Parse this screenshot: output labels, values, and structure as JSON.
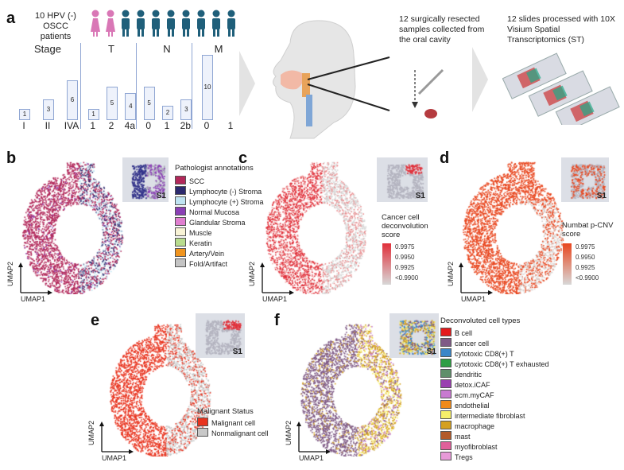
{
  "panel_labels": {
    "a": "a",
    "b": "b",
    "c": "c",
    "d": "d",
    "e": "e",
    "f": "f"
  },
  "panel_a": {
    "patients_text": "10 HPV (-) OSCC\npatients",
    "samples_text": "12 surgically resected samples collected from the oral cavity",
    "slides_text": "12 slides processed with 10X Visium Spatial Transcriptomics (ST)",
    "icons": {
      "female_count": 2,
      "male_count": 8,
      "female_color": "#d977b6",
      "male_color": "#1f5f7a"
    },
    "groups": [
      {
        "title": "Stage",
        "bars": [
          {
            "cat": "I",
            "val": 1
          },
          {
            "cat": "II",
            "val": 3
          },
          {
            "cat": "IVA",
            "val": 6
          }
        ]
      },
      {
        "title": "T",
        "bars": [
          {
            "cat": "1",
            "val": 1
          },
          {
            "cat": "2",
            "val": 5
          },
          {
            "cat": "4a",
            "val": 4
          }
        ]
      },
      {
        "title": "N",
        "bars": [
          {
            "cat": "0",
            "val": 5
          },
          {
            "cat": "1",
            "val": 2
          },
          {
            "cat": "2b",
            "val": 3
          }
        ]
      },
      {
        "title": "M",
        "bars": [
          {
            "cat": "0",
            "val": 10
          },
          {
            "cat": "1",
            "val": 0
          }
        ]
      }
    ]
  },
  "umap_axes": {
    "x": "UMAP1",
    "y": "UMAP2"
  },
  "sample_tag": "S1",
  "panel_b": {
    "legend_title": "Pathologist annotations",
    "items": [
      {
        "label": "SCC",
        "color": "#b2285a"
      },
      {
        "label": "Lymphocyte (-) Stroma",
        "color": "#2c2a6e"
      },
      {
        "label": "Lymphocyte (+) Stroma",
        "color": "#bfe4f2"
      },
      {
        "label": "Normal Mucosa",
        "color": "#8a3fb5"
      },
      {
        "label": "Glandular Stroma",
        "color": "#e07fd0"
      },
      {
        "label": "Muscle",
        "color": "#f8f3d6"
      },
      {
        "label": "Keratin",
        "color": "#b8dc8e"
      },
      {
        "label": "Artery/Vein",
        "color": "#f0941e"
      },
      {
        "label": "Fold/Artifact",
        "color": "#c4c4c4"
      }
    ]
  },
  "panel_c": {
    "legend_title": "Cancer cell\ndeconvolution\nscore",
    "ticks": [
      "0.9975",
      "0.9950",
      "0.9925",
      "<0.9900"
    ],
    "color_high": "#e0303a",
    "color_low": "#d8d8d8"
  },
  "panel_d": {
    "legend_title": "Numbat p-CNV\nscore",
    "ticks": [
      "0.9975",
      "0.9950",
      "0.9925",
      "<0.9900"
    ],
    "color_high": "#e8461e",
    "color_low": "#d8d8d8"
  },
  "panel_e": {
    "legend_title": "Malignant Status",
    "items": [
      {
        "label": "Malignant cell",
        "color": "#e8331e"
      },
      {
        "label": "Nonmalignant cell",
        "color": "#c8c8c8"
      }
    ]
  },
  "panel_f": {
    "legend_title": "Deconvoluted cell types",
    "items": [
      {
        "label": "B cell",
        "color": "#e41a1c"
      },
      {
        "label": "cancer cell",
        "color": "#7f5a86"
      },
      {
        "label": "cytotoxic CD8(+) T",
        "color": "#3a86c8"
      },
      {
        "label": "cytotoxic CD8(+) T exhausted",
        "color": "#2f9e44"
      },
      {
        "label": "dendritic",
        "color": "#5f8f6a"
      },
      {
        "label": "detox.iCAF",
        "color": "#9a3fb0"
      },
      {
        "label": "ecm.myCAF",
        "color": "#c87ad0"
      },
      {
        "label": "endothelial",
        "color": "#f08a1a"
      },
      {
        "label": "intermediate fibroblast",
        "color": "#f7ef6a"
      },
      {
        "label": "macrophage",
        "color": "#d4a020"
      },
      {
        "label": "mast",
        "color": "#b35a2a"
      },
      {
        "label": "myofibroblast",
        "color": "#e0609a"
      },
      {
        "label": "Tregs",
        "color": "#e79ad8"
      }
    ]
  }
}
